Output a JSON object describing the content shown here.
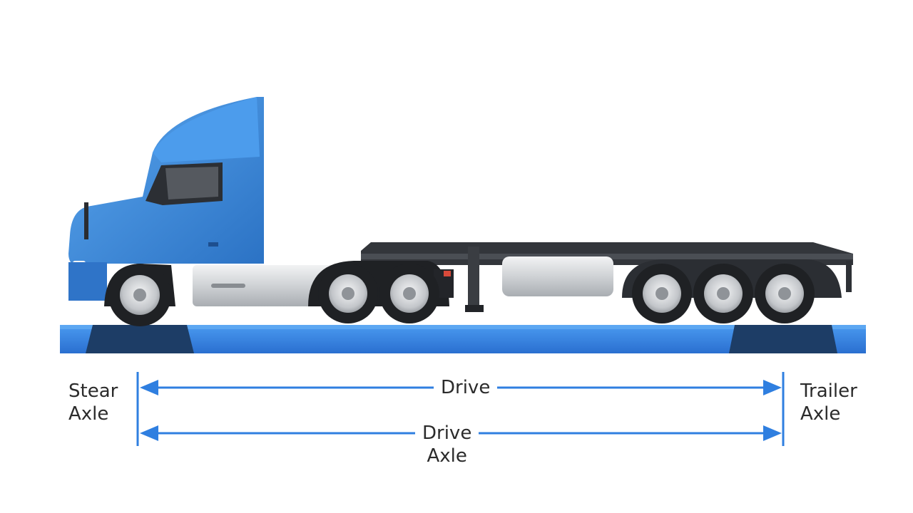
{
  "labels": {
    "steer": [
      "Stear",
      "Axle"
    ],
    "drive_top": "Drive",
    "drive_bottom": [
      "Drive",
      "Axle"
    ],
    "trailer": [
      "Trailer",
      "Axle"
    ]
  },
  "colors": {
    "cab_blue": "#3b8ee0",
    "cab_blue_dark": "#2a6fc0",
    "scale_blue": "#3a8ae6",
    "arrow_blue": "#2f7fe0",
    "trailer_dark": "#3a3d42",
    "tire": "#202224",
    "rim": "#c9ccd0",
    "tank": "#d7d9dc"
  },
  "icons": {
    "truck": "semi-truck-icon",
    "arrow": "double-arrow-icon"
  }
}
